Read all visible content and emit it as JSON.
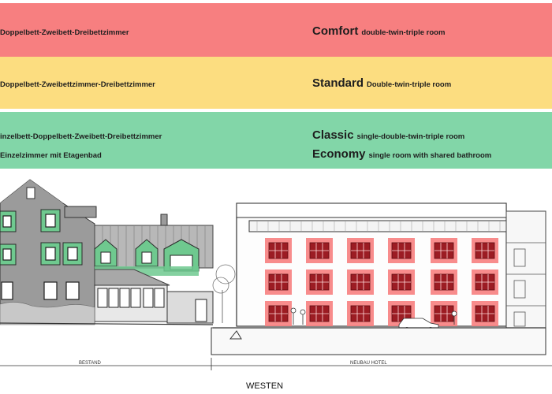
{
  "legend": {
    "comfort": {
      "de": "Doppelbett-Zweibett-Dreibettzimmer",
      "en_title": "Comfort",
      "en_desc": "double-twin-triple room",
      "color": "#f77f80"
    },
    "standard": {
      "de": "Doppelbett-Zweibettzimmer-Dreibettzimmer",
      "en_title": "Standard",
      "en_desc": "Double-twin-triple room",
      "color": "#fcdd80"
    },
    "classic": {
      "de": "inzelbett-Doppelbett-Zweibett-Dreibettzimmer",
      "en_title": "Classic",
      "en_desc": "single-double-twin-triple room",
      "color": "#82d6a8"
    },
    "economy": {
      "de": "Einzelzimmer mit Etagenbad",
      "en_title": "Economy",
      "en_desc": "single room with shared bathroom",
      "color": "#82d6a8"
    }
  },
  "drawing": {
    "left_label": "BESTAND",
    "right_label": "NEUBAU HOTEL",
    "orientation": "WESTEN"
  }
}
